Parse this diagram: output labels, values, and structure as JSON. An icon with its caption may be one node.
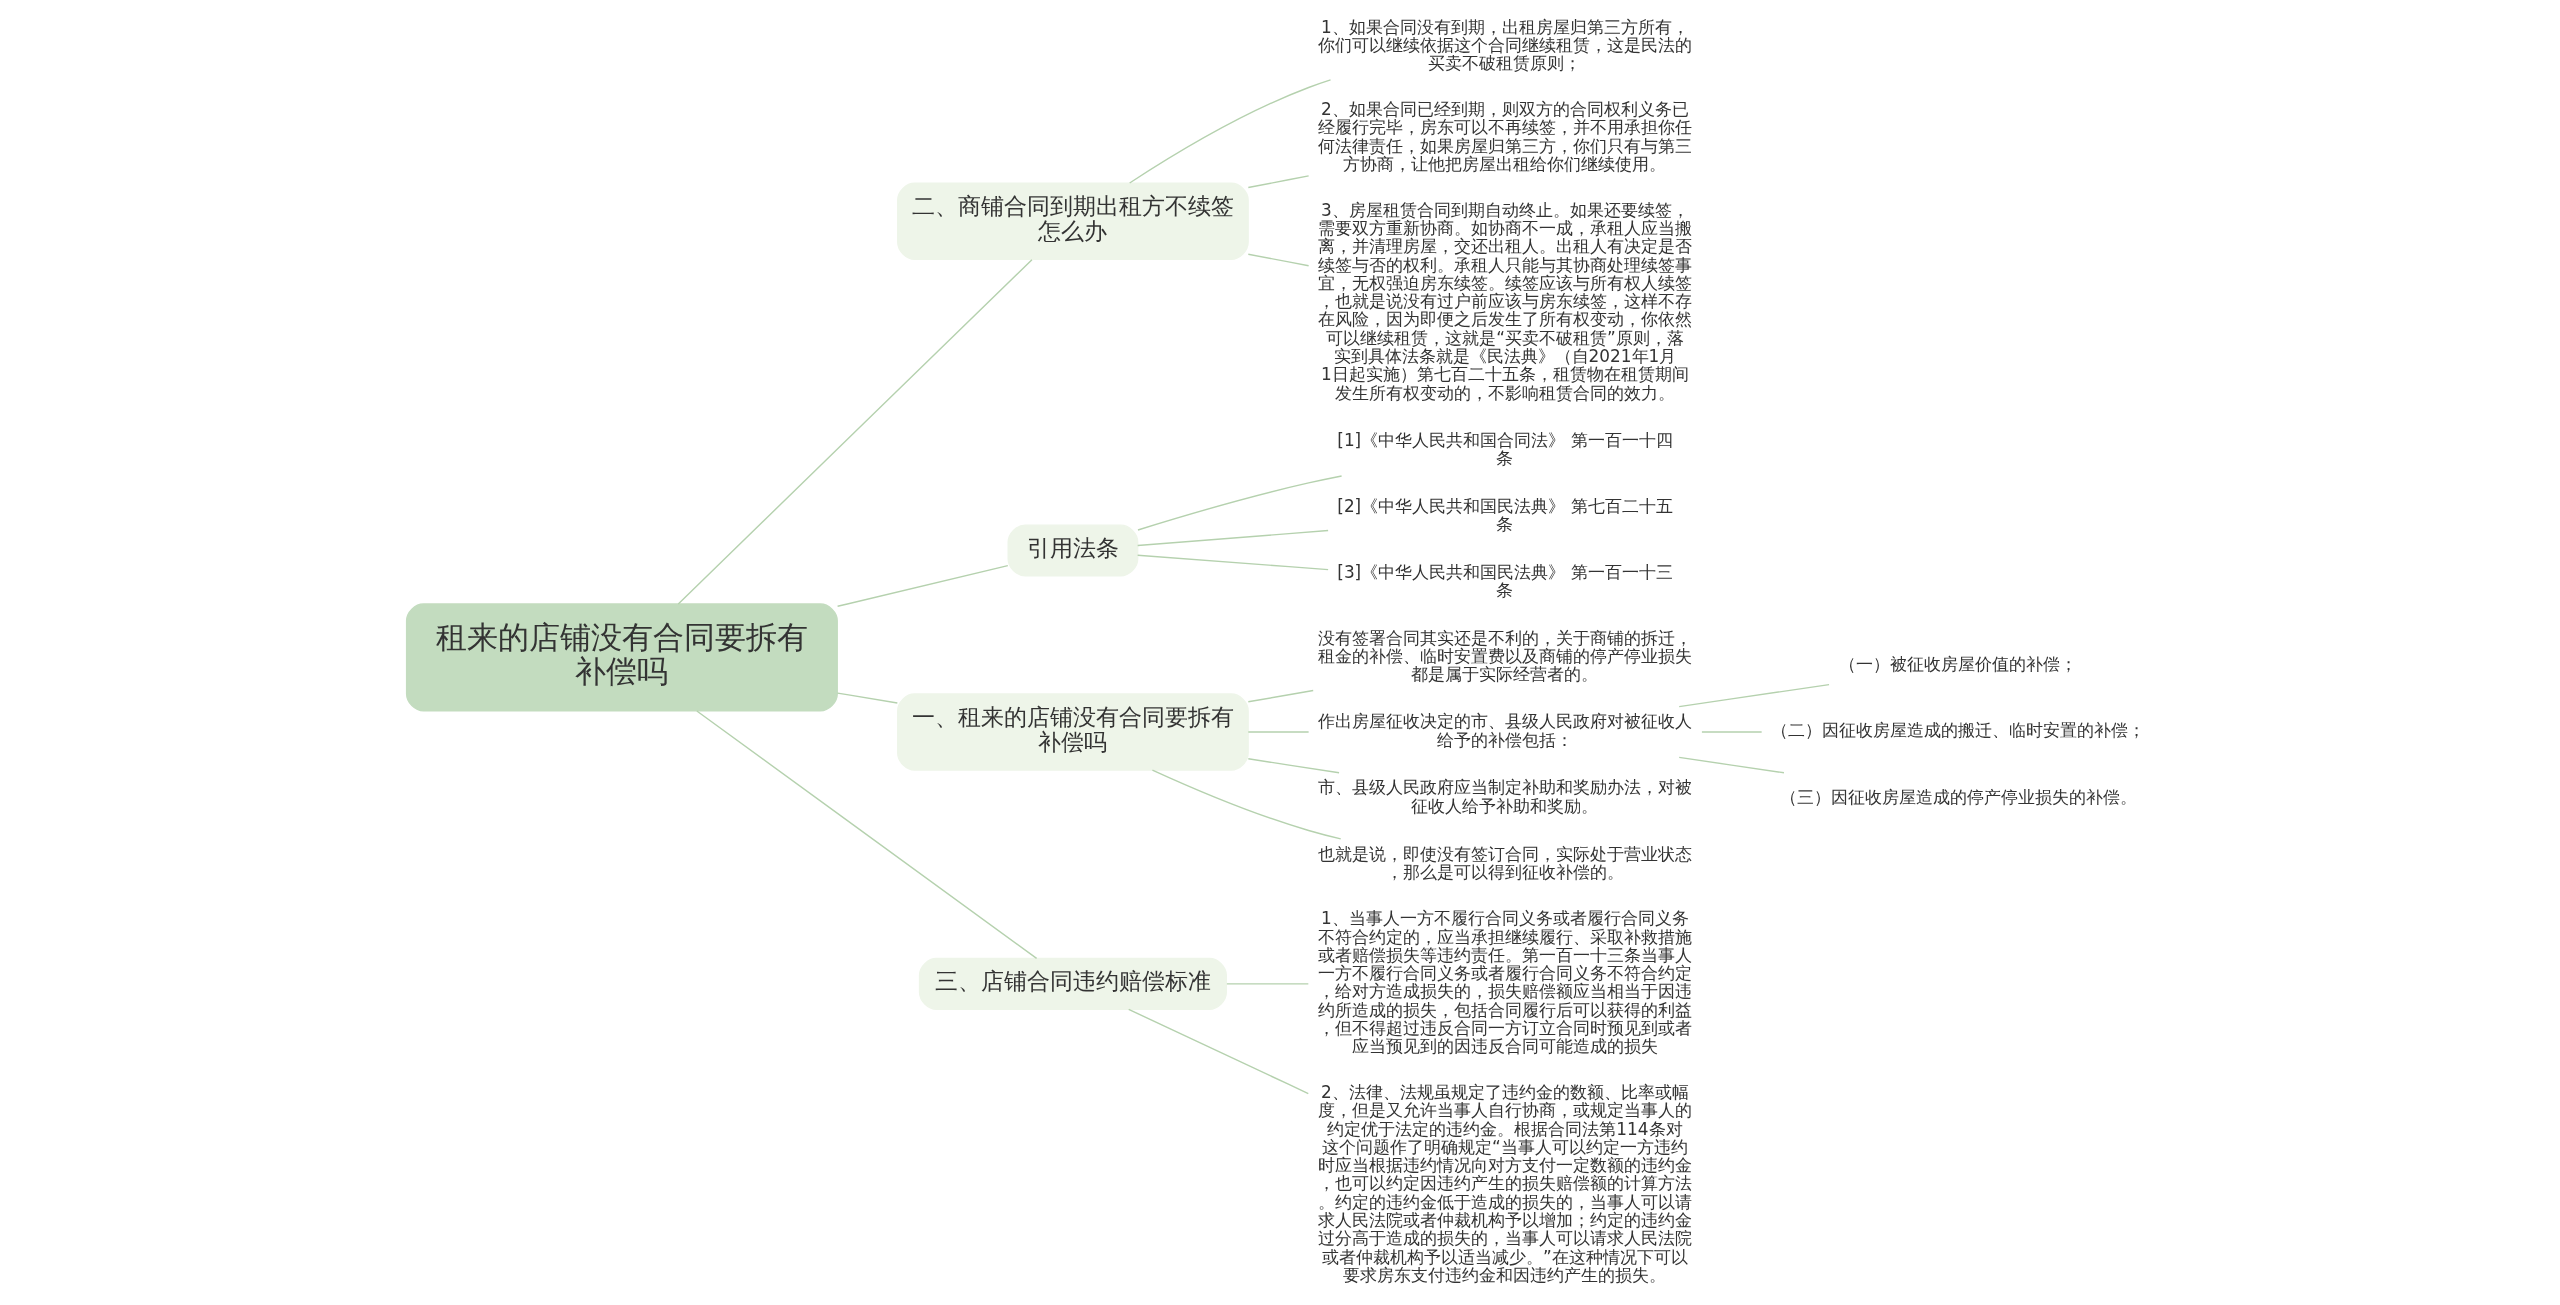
{
  "diagram": {
    "nodes": [
      {
        "text": [
          "租来的店铺没有合同要拆有补偿吗"
        ]
      },
      {
        "text": [
          "二、商铺合同到期出租方不续签怎么办"
        ]
      },
      {
        "text": [
          "1、如果合同没有到期，出租房屋归第三方所有，你们可以继续依据这个合同继续租赁，这是民法的买卖不破租赁原则；"
        ]
      },
      {
        "text": [
          "2、如果合同已经到期，则双方的合同权利义务已经履行完毕，房东可以不再续签，并不用承担你任何法律责任，如果房屋归第三方，你们只有与第三方协商，让他把房屋出租给你们继续使用。"
        ]
      },
      {
        "text": [
          "3、房屋租赁合同到期自动终止。如果还要续签，需要双方重新协商。如协商不一成，承租人应当搬离，并清理房屋，交还出租人。出租人有决定是否续签与否的权利。承租人只能与其协商处理续签事宜，无权强迫房东续签。续签应该与所有权人续签，也就是说没有过户前应该与房东续签，这样不存在风险，因为即便之后发生了所有权变动，你依然可以继续租赁，这就是“买卖不破租赁”原则，落实到具体法条就是《民法典》（自2021年1月1日起实施）第七百二十五条，租赁物在租赁期间发生所有权变动的，不影响租赁合同的效力。"
        ]
      },
      {
        "text": [
          "引用法条"
        ]
      },
      {
        "text": [
          "[1]《中华人民共和国合同法》 第一百一十四条"
        ]
      },
      {
        "text": [
          "[2]《中华人民共和国民法典》 第七百二十五条"
        ]
      },
      {
        "text": [
          "[3]《中华人民共和国民法典》 第一百一十三条"
        ]
      },
      {
        "text": [
          "一、租来的店铺没有合同要拆有补偿吗"
        ]
      },
      {
        "text": [
          "没有签署合同其实还是不利的，关于商铺的拆迁，租金的补偿、临时安置费以及商铺的停产停业损失都是属于实际经营者的。"
        ]
      },
      {
        "text": [
          "作出房屋征收决定的市、县级人民政府对被征收人给予的补偿包括："
        ]
      },
      {
        "text": [
          "（一）被征收房屋价值的补偿；"
        ]
      },
      {
        "text": [
          "（二）因征收房屋造成的搬迁、临时安置的补偿；"
        ]
      },
      {
        "text": [
          "（三）因征收房屋造成的停产停业损失的补偿。"
        ]
      },
      {
        "text": [
          "市、县级人民政府应当制定补助和奖励办法，对被征收人给予补助和奖励。"
        ]
      },
      {
        "text": [
          "也就是说，即使没有签订合同，实际处于营业状态，那么是可以得到征收补偿的。"
        ]
      },
      {
        "text": [
          "三、店铺合同违约赔偿标准"
        ]
      },
      {
        "text": [
          "1、当事人一方不履行合同义务或者履行合同义务不符合约定的，应当承担继续履行、采取补救措施或者赔偿损失等违约责任。第一百一十三条当事人一方不履行合同义务或者履行合同义务不符合约定，给对方造成损失的，损失赔偿额应当相当于因违约所造成的损失，包括合同履行后可以获得的利益，但不得超过违反合同一方订立合同时预见到或者应当预见到的因违反合同可能造成的损失"
        ]
      },
      {
        "text": [
          "2、法律、法规虽规定了违约金的数额、比率或幅度，但是又允许当事人自行协商，或规定当事人的约定优于法定的违约金。根据合同法第114条对这个问题作了明确规定“当事人可以约定一方违约时应当根据违约情况向对方支付一定数额的违约金，也可以约定因违约产生的损失赔偿额的计算方法。约定的违约金低于造成的损失的，当事人可以请求人民法院或者仲裁机构予以增加；约定的违约金过分高于造成的损失的，当事人可以请求人民法院或者仲裁机构予以适当减少。”在这种情况下可以要求房东支付违约金和因违约产生的损失。"
        ]
      }
    ],
    "edges": [
      {
        "from": 0,
        "to": 1,
        "arrow": "none"
      },
      {
        "from": 1,
        "to": 2,
        "arrow": "none"
      },
      {
        "from": 1,
        "to": 3,
        "arrow": "none"
      },
      {
        "from": 1,
        "to": 4,
        "arrow": "none"
      },
      {
        "from": 0,
        "to": 5,
        "arrow": "none"
      },
      {
        "from": 5,
        "to": 6,
        "arrow": "none"
      },
      {
        "from": 5,
        "to": 7,
        "arrow": "none"
      },
      {
        "from": 5,
        "to": 8,
        "arrow": "none"
      },
      {
        "from": 0,
        "to": 9,
        "arrow": "none"
      },
      {
        "from": 9,
        "to": 10,
        "arrow": "none"
      },
      {
        "from": 9,
        "to": 11,
        "arrow": "none"
      },
      {
        "from": 11,
        "to": 12,
        "arrow": "none"
      },
      {
        "from": 11,
        "to": 13,
        "arrow": "none"
      },
      {
        "from": 11,
        "to": 14,
        "arrow": "none"
      },
      {
        "from": 9,
        "to": 15,
        "arrow": "none"
      },
      {
        "from": 9,
        "to": 16,
        "arrow": "none"
      },
      {
        "from": 0,
        "to": 17,
        "arrow": "none"
      },
      {
        "from": 17,
        "to": 18,
        "arrow": "none"
      },
      {
        "from": 17,
        "to": 19,
        "arrow": "none"
      }
    ]
  }
}
